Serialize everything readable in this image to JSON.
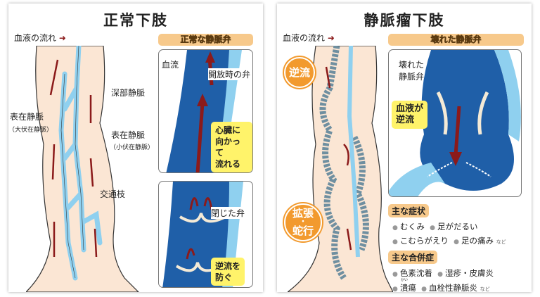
{
  "normal": {
    "title": "正常下肢",
    "legend": "血液の流れ",
    "labels": {
      "superficial_great": "表在静脈",
      "superficial_great_sub": "（大伏在静脈）",
      "deep": "深部静脈",
      "superficial_small": "表在静脈",
      "superficial_small_sub": "（小伏在静脈）",
      "communicating": "交通枝"
    },
    "valve_header": "正常な静脈弁",
    "open_box": {
      "blood_flow": "血流",
      "open_valve": "開放時の弁",
      "callout": [
        "心臓に",
        "向かって",
        "流れる"
      ]
    },
    "closed_box": {
      "closed_valve": "閉じた弁",
      "callout": [
        "逆流を",
        "防ぐ"
      ]
    }
  },
  "varicose": {
    "title": "静脈瘤下肢",
    "legend": "血液の流れ",
    "badge_reflux": "逆流",
    "badge_dilation": [
      "拡張",
      "・",
      "蛇行"
    ],
    "valve_header": "壊れた静脈弁",
    "broken_box": {
      "broken_valve": [
        "壊れた",
        "静脈弁"
      ],
      "callout": [
        "血液が",
        "逆流"
      ]
    },
    "symptoms": {
      "title": "主な症状",
      "rows": [
        [
          "むくみ",
          "足がだるい"
        ],
        [
          "こむらがえり",
          "足の痛み"
        ]
      ],
      "suffix": "など"
    },
    "complications": {
      "title": "主な合併症",
      "rows": [
        [
          "色素沈着",
          "湿疹・皮膚炎"
        ],
        [
          "潰瘍",
          "血栓性静脈炎"
        ]
      ],
      "ruby": "かい",
      "suffix": "など"
    }
  },
  "colors": {
    "skin": "#fbe6d4",
    "vein": "#8fd0ef",
    "deep_blue": "#1f5fa8",
    "arrow": "#8b1a1a",
    "accent": "#f29a2e",
    "header": "#f7c98b",
    "callout": "#fff36a"
  }
}
